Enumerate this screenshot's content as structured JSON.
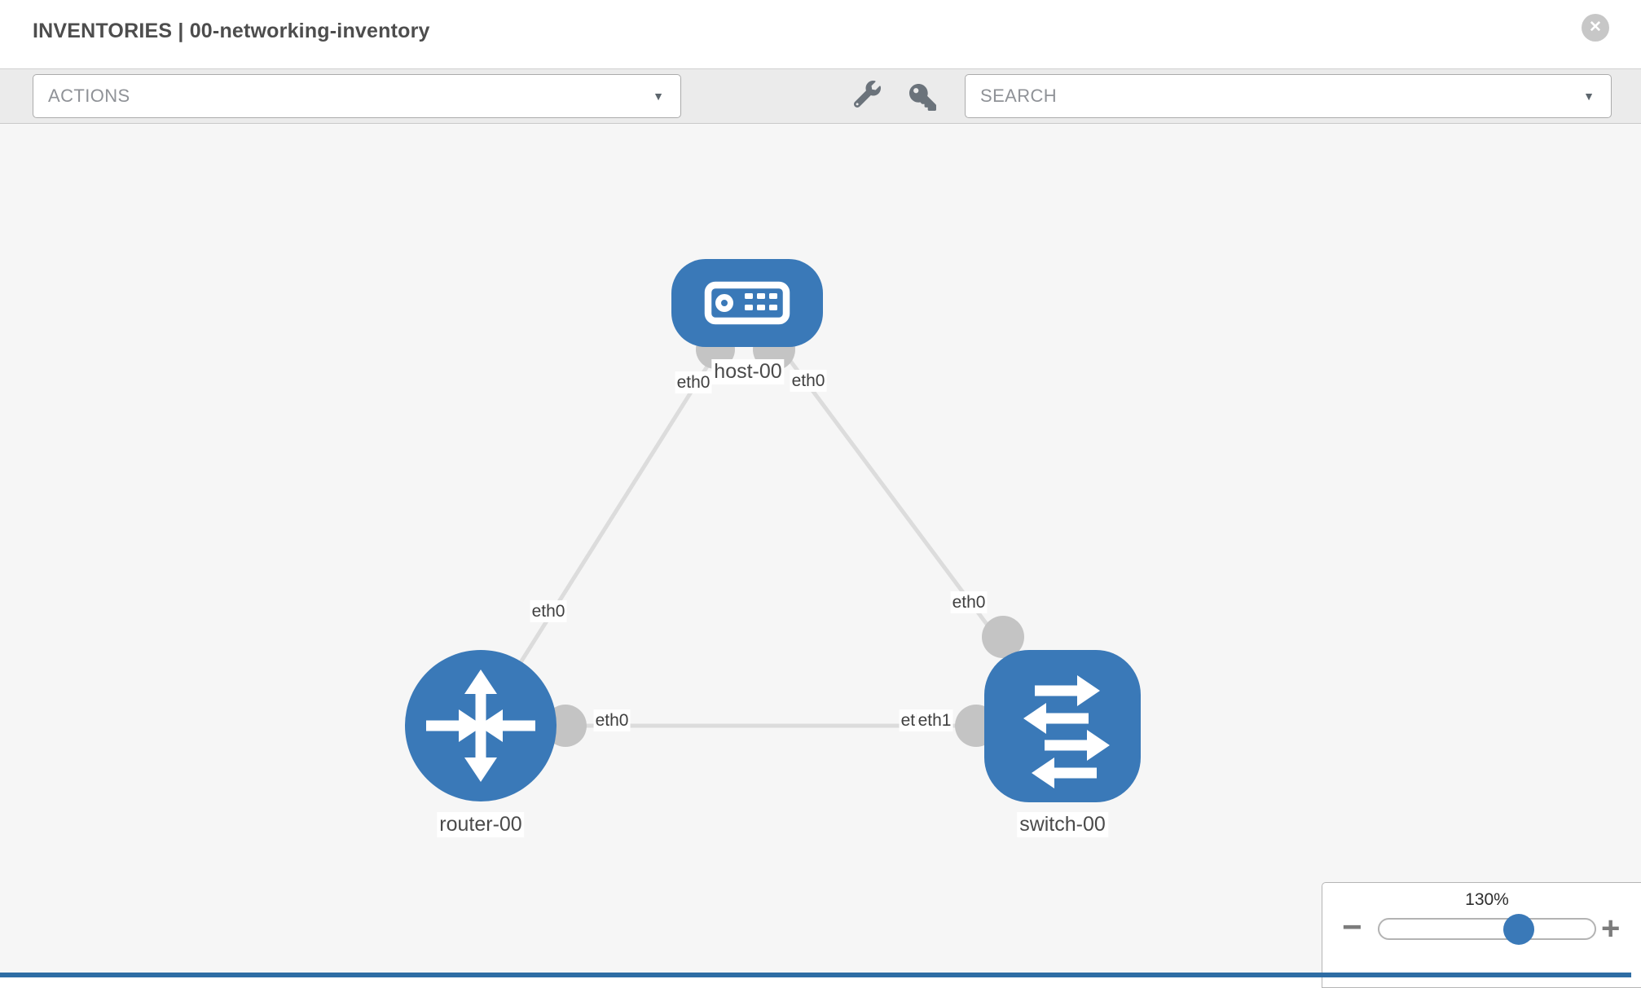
{
  "header": {
    "title": "INVENTORIES | 00-networking-inventory"
  },
  "icons": {
    "close": "✕",
    "caret": "▼",
    "minus": "−",
    "plus": "+"
  },
  "toolbar": {
    "actions_label": "ACTIONS",
    "search_label": "SEARCH"
  },
  "topology": {
    "nodes": [
      {
        "id": "host-00",
        "type": "host",
        "label": "host-00"
      },
      {
        "id": "router-00",
        "type": "router",
        "label": "router-00"
      },
      {
        "id": "switch-00",
        "type": "switch",
        "label": "switch-00"
      }
    ],
    "links": [
      {
        "from": "router-00",
        "to": "host-00",
        "from_if": "eth0",
        "to_if": "eth0"
      },
      {
        "from": "host-00",
        "to": "switch-00",
        "from_if": "eth0",
        "to_if": "eth0"
      },
      {
        "from": "router-00",
        "to": "switch-00",
        "from_if": "eth0",
        "to_if": "eth1",
        "occluded_if": "eth0"
      }
    ]
  },
  "zoom_control": {
    "level": "130%"
  },
  "colors": {
    "node_blue": "#3a79b8",
    "link_gray": "#dcdcdc",
    "endpoint_gray": "#c4c4c4",
    "canvas_bg": "#f6f6f6",
    "accent_blue": "#2e6da4"
  }
}
